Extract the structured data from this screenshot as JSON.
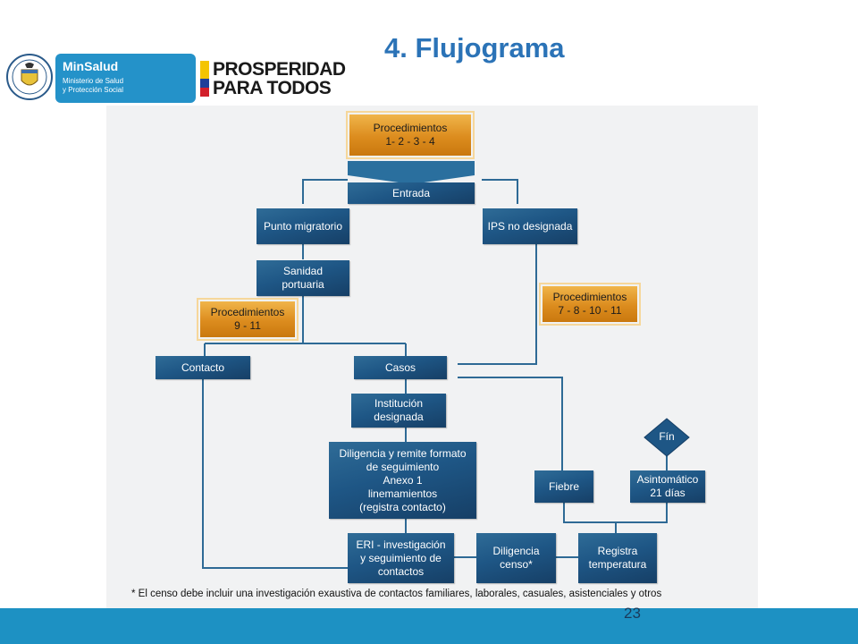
{
  "header": {
    "title": "4. Flujograma",
    "ministry_name": "MinSalud",
    "ministry_subtitle_1": "Ministerio de Salud",
    "ministry_subtitle_2": "y Protección Social",
    "slogan_line1": "PROSPERIDAD",
    "slogan_line2": "PARA TODOS"
  },
  "flow": {
    "proc_1234_line1": "Procedimientos",
    "proc_1234_line2": "1- 2 - 3 - 4",
    "entrada": "Entrada",
    "punto_migratorio": "Punto migratorio",
    "ips_no_designada": "IPS no designada",
    "sanidad_line1": "Sanidad",
    "sanidad_line2": "portuaria",
    "proc_911_line1": "Procedimientos",
    "proc_911_line2": "9 - 11",
    "proc_781011_line1": "Procedimientos",
    "proc_781011_line2": "7 - 8 - 10 - 11",
    "contacto": "Contacto",
    "casos": "Casos",
    "institucion_line1": "Institución",
    "institucion_line2": "designada",
    "diligencia_line1": "Diligencia y remite formato",
    "diligencia_line2": "de seguimiento",
    "diligencia_line3": "Anexo 1",
    "diligencia_line4": "linemamientos",
    "diligencia_line5": "(registra contacto)",
    "fin": "Fín",
    "fiebre": "Fiebre",
    "asintomatico_line1": "Asintomático",
    "asintomatico_line2": "21 días",
    "eri_line1": "ERI - investigación",
    "eri_line2": "y seguimiento de",
    "eri_line3": "contactos",
    "censo_line1": "Diligencia",
    "censo_line2": "censo*",
    "registra_line1": "Registra",
    "registra_line2": "temperatura"
  },
  "footnote": "* El censo debe incluir una investigación exaustiva de contactos familiares, laborales, casuales, asistenciales y otros",
  "page_number": "23",
  "colors": {
    "title": "#2b73b7",
    "box_blue": "#1e5685",
    "proc_orange": "#dc8c1e",
    "bar": "#1d91c3"
  }
}
